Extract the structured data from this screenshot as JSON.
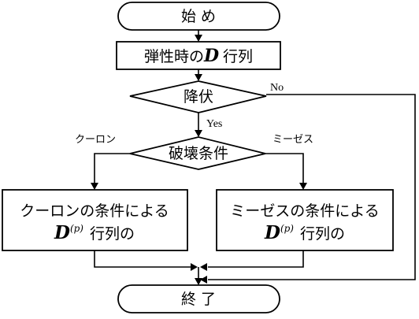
{
  "nodes": {
    "start": "始 め",
    "elastic_prefix": "弾性時の",
    "elastic_symbol": "D",
    "elastic_suffix": "行列",
    "yield": "降伏",
    "failure": "破壊条件",
    "coulomb_line1": "クーロンの条件による",
    "coulomb_symbol": "D",
    "coulomb_sup": "(p)",
    "coulomb_suffix": "行列の",
    "mises_line1": "ミーゼスの条件による",
    "mises_symbol": "D",
    "mises_sup": "(p)",
    "mises_suffix": "行列の",
    "end": "終 了"
  },
  "edges": {
    "no": "No",
    "yes": "Yes",
    "coulomb": "クーロン",
    "mises": "ミーゼス"
  }
}
